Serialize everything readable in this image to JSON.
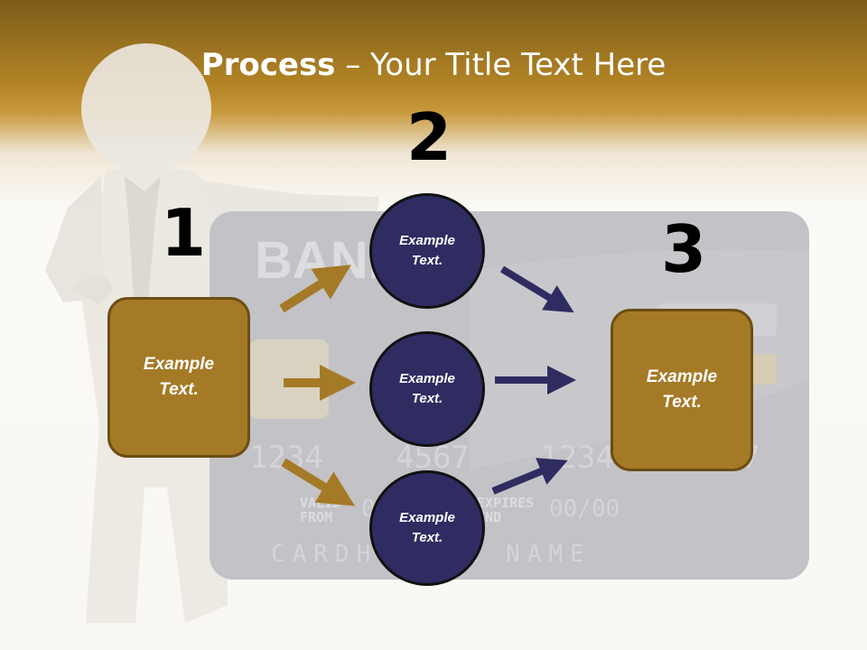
{
  "title": {
    "bold": "Process",
    "rest": " – Your Title Text Here"
  },
  "steps": {
    "one": "1",
    "two": "2",
    "three": "3"
  },
  "left_box": {
    "line1": "Example",
    "line2": "Text."
  },
  "right_box": {
    "line1": "Example",
    "line2": "Text."
  },
  "circles": [
    {
      "line1": "Example",
      "line2": "Text."
    },
    {
      "line1": "Example",
      "line2": "Text."
    },
    {
      "line1": "Example",
      "line2": "Text."
    }
  ],
  "card": {
    "bank": "BANK",
    "numbers": [
      "1234",
      "4567",
      "1234",
      "4567"
    ],
    "valid_from": [
      "VALID",
      "FROM"
    ],
    "valid_from_value": "00/00",
    "expires": [
      "EXPIRES",
      "END"
    ],
    "expires_value": "00/00",
    "holder": "CARDHOLDER NAME"
  },
  "colors": {
    "gold": "#a57a27",
    "navy": "#2f2c62",
    "header": "#b38425"
  }
}
